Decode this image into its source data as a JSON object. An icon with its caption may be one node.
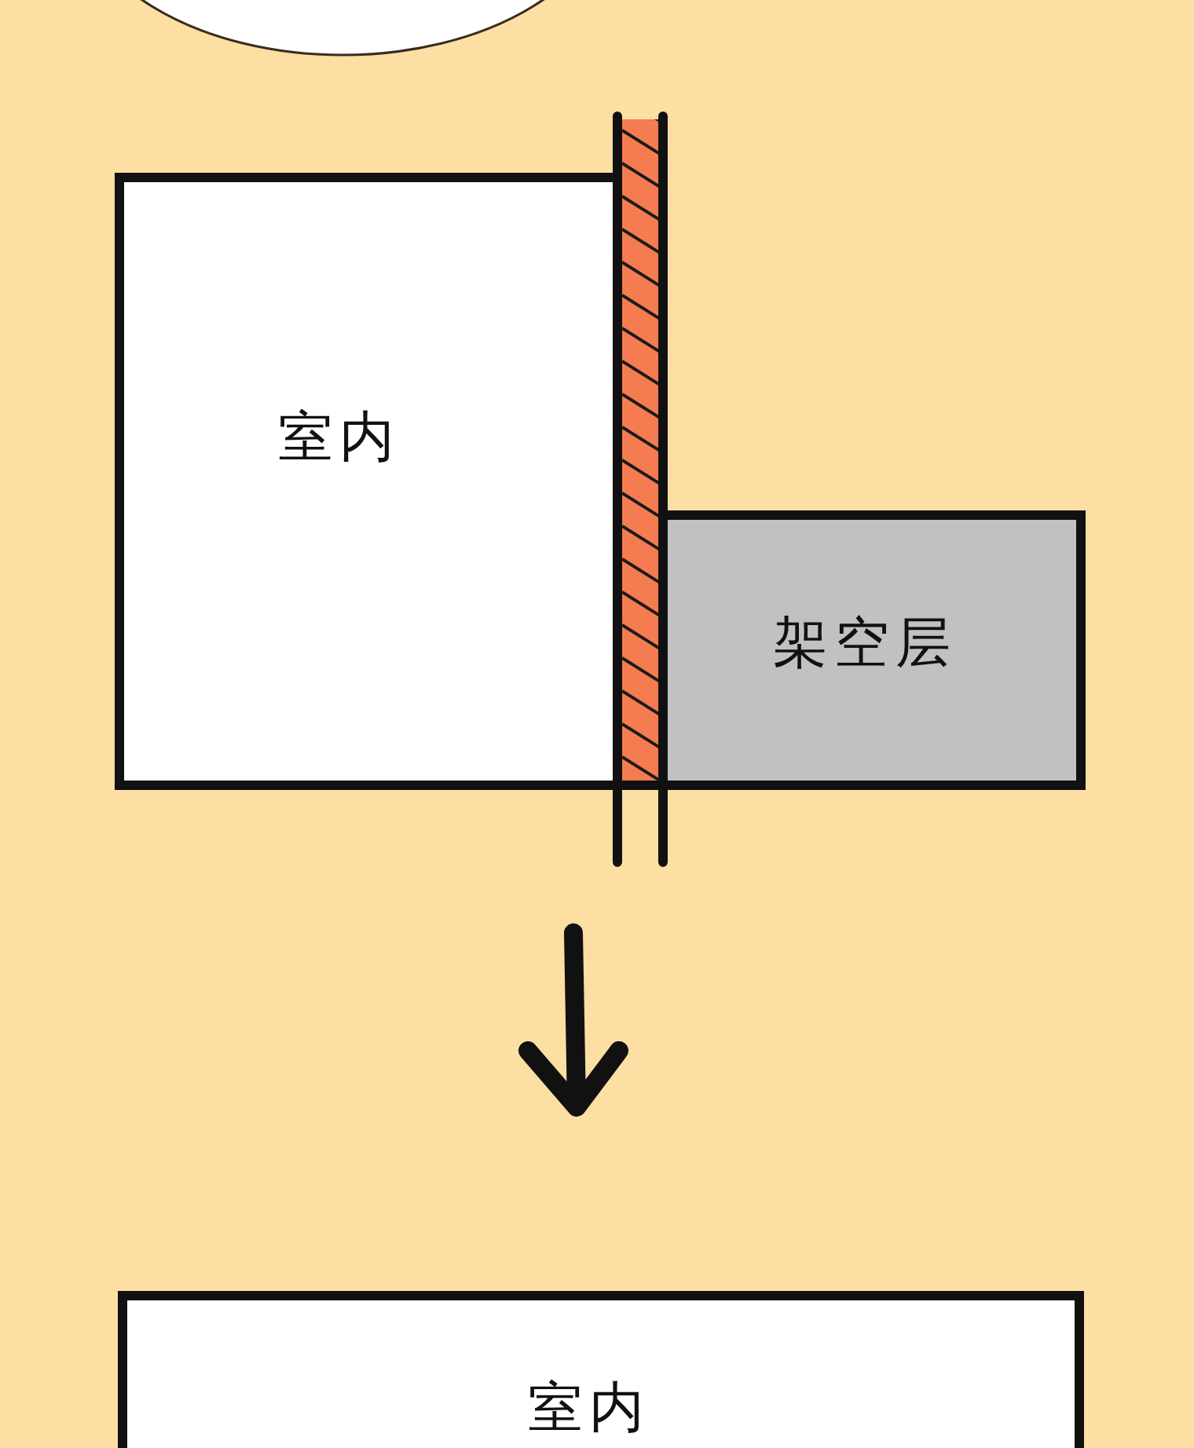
{
  "diagram": {
    "nodes": [
      {
        "text": [],
        "shape": "ellipse"
      },
      {
        "text": [
          "室内"
        ]
      },
      {
        "text": [],
        "shape": "bar"
      },
      {
        "text": [
          "架空层"
        ]
      },
      {
        "text": [
          "室内"
        ]
      }
    ]
  }
}
